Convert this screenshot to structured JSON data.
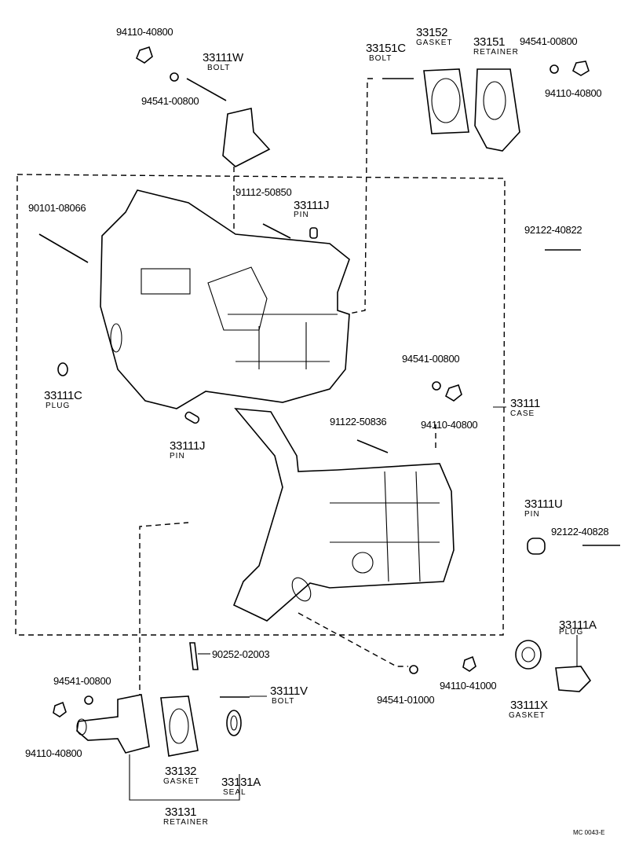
{
  "labels": {
    "p_94110_40800_top": "94110-40800",
    "p_33111W": "33111W",
    "n_33111W": "BOLT",
    "p_94541_00800_top": "94541-00800",
    "p_33151C": "33151C",
    "n_33151C": "BOLT",
    "p_33152": "33152",
    "n_33152": "GASKET",
    "p_33151": "33151",
    "n_33151": "RETAINER",
    "p_94541_00800_tr": "94541-00800",
    "p_94110_40800_tr": "94110-40800",
    "p_91112_50850": "91112-50850",
    "p_33111J_top": "33111J",
    "n_33111J_top": "PIN",
    "p_90101_08066": "90101-08066",
    "p_92122_40822": "92122-40822",
    "p_94541_00800_mid": "94541-00800",
    "p_33111C": "33111C",
    "n_33111C": "PLUG",
    "p_94110_40800_mid": "94110-40800",
    "p_33111": "33111",
    "n_33111": "CASE",
    "p_91122_50836": "91122-50836",
    "p_33111J_bot": "33111J",
    "n_33111J_bot": "PIN",
    "p_33111U": "33111U",
    "n_33111U": "PIN",
    "p_92122_40828": "92122-40828",
    "p_33111A": "33111A",
    "n_33111A": "PLUG",
    "p_90252_02003": "90252-02003",
    "p_94541_00800_bl": "94541-00800",
    "p_33111V": "33111V",
    "n_33111V": "BOLT",
    "p_94541_01000": "94541-01000",
    "p_94110_41000": "94110-41000",
    "p_33111X": "33111X",
    "n_33111X": "GASKET",
    "p_94110_40800_bl": "94110-40800",
    "p_33132": "33132",
    "n_33132": "GASKET",
    "p_33131A": "33131A",
    "n_33131A": "SEAL",
    "p_33131": "33131",
    "n_33131": "RETAINER",
    "code": "MC 0043-E"
  }
}
